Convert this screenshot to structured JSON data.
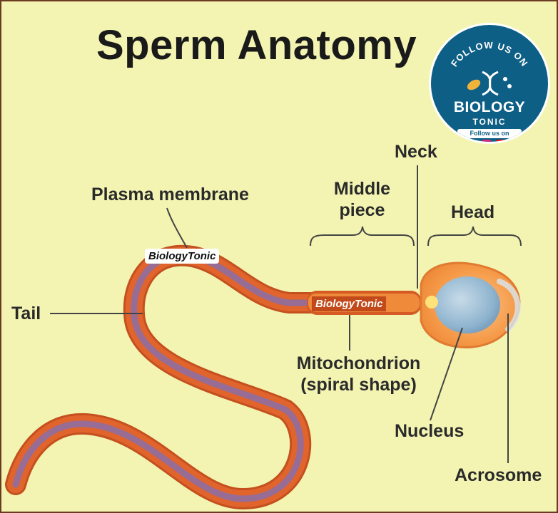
{
  "title": "Sperm Anatomy",
  "labels": {
    "neck": "Neck",
    "plasma_membrane": "Plasma membrane",
    "middle_piece": [
      "Middle",
      "piece"
    ],
    "head": "Head",
    "tail": "Tail",
    "mitochondrion": [
      "Mitochondrion",
      "(spiral shape)"
    ],
    "nucleus": "Nucleus",
    "acrosome": "Acrosome"
  },
  "watermarks": [
    "BiologyTonic",
    "BiologyTonic"
  ],
  "badge": {
    "arc_text": "FOLLOW US ON",
    "name_line1": "BIOLOGY",
    "name_line2": "TONIC",
    "follow_text": "Follow us on",
    "social_icons": [
      "facebook-icon",
      "instagram-icon",
      "youtube-icon",
      "telegram-icon"
    ]
  },
  "colors": {
    "background": "#f3f4b2",
    "sperm_body": "#e0642c",
    "tail_inner": "#8a6fa8",
    "head_glow": "#f8a050",
    "nucleus": "#8fb4cf",
    "badge": "#0e5f86"
  }
}
